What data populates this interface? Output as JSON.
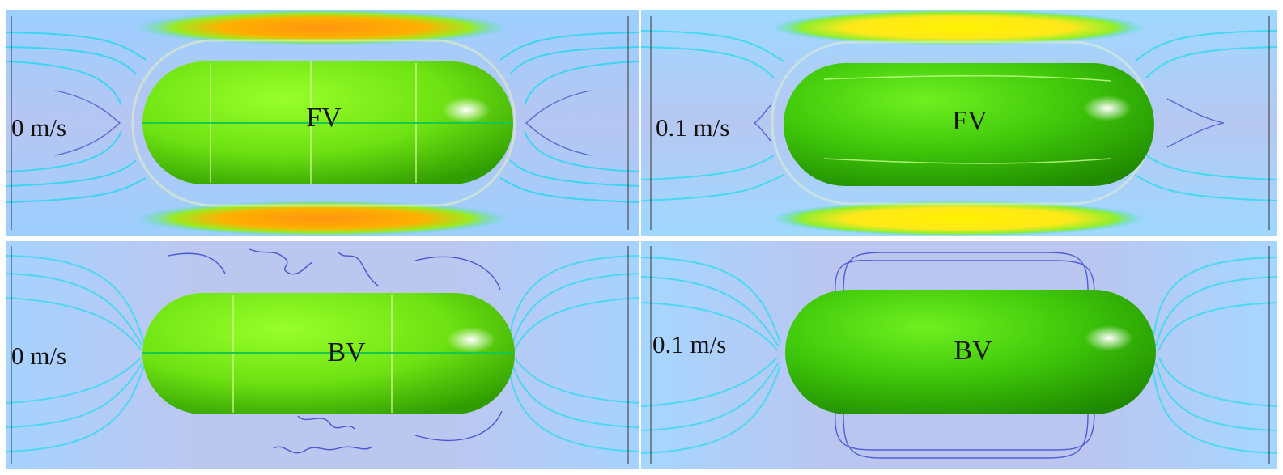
{
  "panels": [
    {
      "speed": "0 m/s",
      "label": "FV"
    },
    {
      "speed": "0.1 m/s",
      "label": "FV"
    },
    {
      "speed": "0 m/s",
      "label": "BV"
    },
    {
      "speed": "0.1 m/s",
      "label": "BV"
    }
  ],
  "colors": {
    "background": "#b4c3ef",
    "capsule": "#5ee20a",
    "capsule_dark": "#2aa600",
    "fast_flow_0": "#ff9a10",
    "fast_flow_01": "#fff000",
    "streamline_cyan": "#1fe0f0",
    "streamline_blue": "#2a3ccf"
  }
}
